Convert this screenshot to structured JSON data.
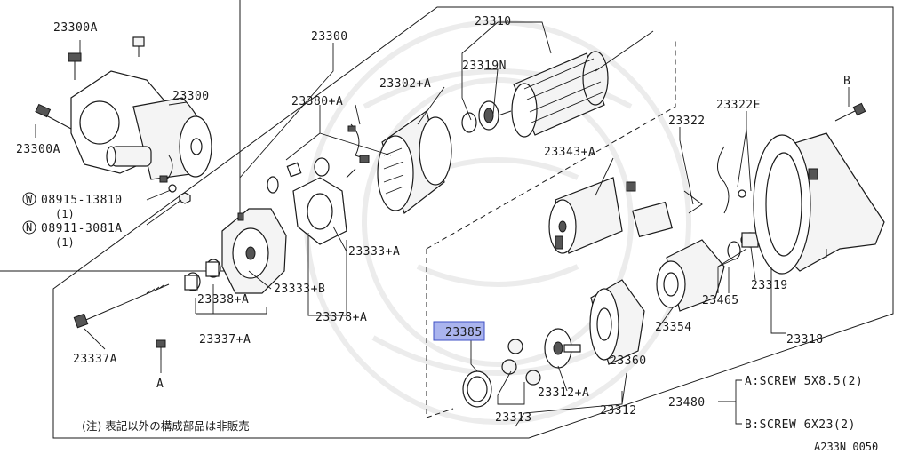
{
  "labels": {
    "inset_bracket": "23300A",
    "inset_bolt": "23300A",
    "inset_motor": "23300",
    "washer_code": "W",
    "washer_part": "08915-13810",
    "washer_qty": "(1)",
    "nut_code": "N",
    "nut_part": "08911-3081A",
    "nut_qty": "(1)",
    "assembly": "23300",
    "armature": "23310",
    "bearing": "23319N",
    "yoke": "23302+A",
    "brush_holder_set": "23380+A",
    "brush_spring": "23322",
    "pinion_stop": "23322E",
    "solenoid": "23343+A",
    "cover_a": "23333+A",
    "cover_b": "23333+B",
    "bushing_a": "23338+A",
    "bushing_set": "23337+A",
    "cover_set": "23378+A",
    "through_bolt": "23337A",
    "screw_a": "A",
    "screw_b": "B",
    "washer_ring_prefix": "2338",
    "washer_ring_suffix": "5",
    "pinion_gears": "23313",
    "gear_shaft": "23312+A",
    "overrunning": "23354",
    "clutch_housing": "23360",
    "clutch_set": "23312",
    "ring_set": "23465",
    "sleeve": "23319",
    "front_housing": "23318",
    "screw_set": "23480",
    "screw_spec_a": "A:SCREW 5X8.5(2)",
    "screw_spec_b": "B:SCREW 6X23(2)",
    "footnote": "(注) 表記以外の構成部品は非販売",
    "diagram_code": "A233N 0050"
  },
  "colors": {
    "highlight": "#aab4ee",
    "ink": "#1a1a1a"
  }
}
